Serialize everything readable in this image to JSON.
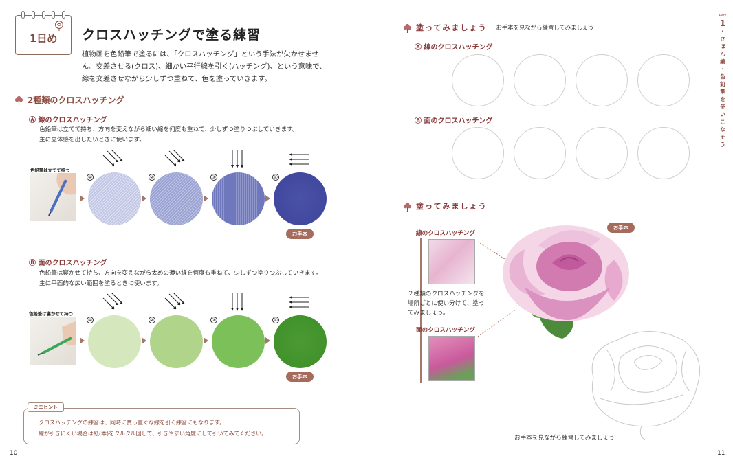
{
  "left": {
    "day_label": "1日め",
    "title": "クロスハッチングで塗る練習",
    "intro": "植物画を色鉛筆で塗るには、「クロスハッチング」という手法が欠かせません。交差させる(クロス)、細かい平行線を引く(ハッチング)、という意味で、線を交差させながら少しずつ重ねて、色を塗っていきます。",
    "section_title": "2種類のクロスハッチング",
    "line": {
      "heading": "Ⓐ 線のクロスハッチング",
      "desc1": "色鉛筆は立てて持ち、方向を変えながら細い線を何度も重ねて、少しずつ塗りつぶしていきます。",
      "desc2": "主に立体感を出したいときに使います。",
      "hold_label": "色鉛筆は立てて持つ",
      "steps": [
        "①",
        "②",
        "③",
        "④"
      ],
      "colors": [
        "#c2c8e4",
        "#9ba3d3",
        "#6f78bd",
        "#3d449c"
      ]
    },
    "surface": {
      "heading": "Ⓑ 面のクロスハッチング",
      "desc1": "色鉛筆は寝かせて持ち、方向を変えながら太めの薄い線を何度も重ねて、少しずつ塗りつぶしていきます。",
      "desc2": "主に平面的な広い範囲を塗るときに使います。",
      "hold_label": "色鉛筆は寝かせて持つ",
      "steps": [
        "①",
        "②",
        "③",
        "④"
      ],
      "colors": [
        "#d5e7bd",
        "#b0d58a",
        "#7cc05a",
        "#3e8f2a"
      ]
    },
    "model_label": "お手本",
    "hint": {
      "tag": "ミニヒント",
      "line1": "クロスハッチングの練習は、同時に真っ直ぐな線を引く練習にもなります。",
      "line2": "線が引きにくい場合は紙(本)をクルクル回して、引きやすい角度にして引いてみてください。"
    },
    "page_number": "10"
  },
  "right": {
    "try_title": "塗ってみましょう",
    "try_sub": "お手本を見ながら練習してみましょう",
    "line_heading": "Ⓐ 線のクロスハッチング",
    "surface_heading": "Ⓑ 面のクロスハッチング",
    "try_title2": "塗ってみましょう",
    "model_label": "お手本",
    "line_label": "線のクロスハッチング",
    "surface_label": "面のクロスハッチング",
    "note": [
      "２種類のクロスハッチングを",
      "場所ごとに使い分けて、塗っ",
      "てみましょう。"
    ],
    "bottom_note": "お手本を見ながら練習してみましょう",
    "side_part": "Part",
    "side_num": "1",
    "side_text": [
      "・",
      "さ",
      "ほ",
      "ん",
      "編",
      "・",
      "色",
      "鉛",
      "筆",
      "を",
      "使",
      "い",
      "こ",
      "な",
      "そ",
      "う"
    ],
    "page_number": "11"
  },
  "colors": {
    "accent": "#8b3a3a",
    "rose": "#d27bb0",
    "leaf": "#4e8a3b"
  }
}
